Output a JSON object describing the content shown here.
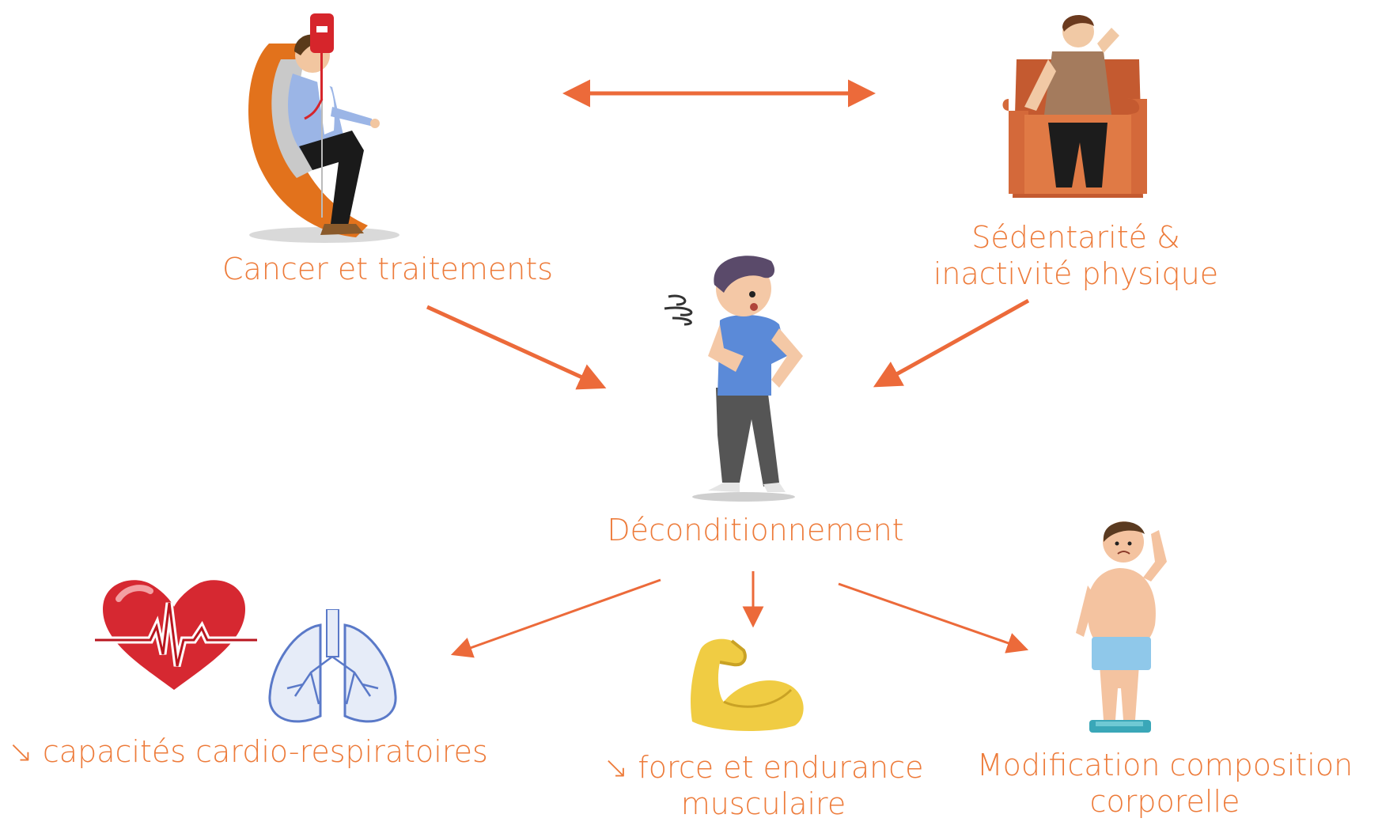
{
  "colors": {
    "accent": "#ed7b3a",
    "arrow": "#ec6a3a"
  },
  "nodes": {
    "cancer": {
      "label": "Cancer et traitements",
      "icon": "chemotherapy-patient-icon"
    },
    "sedentary": {
      "line1": "Sédentarité &",
      "line2": "inactivité physique",
      "icon": "person-in-armchair-icon"
    },
    "center": {
      "label": "Déconditionnement",
      "icon": "breathless-person-icon"
    },
    "cardio": {
      "label": "↘ capacités cardio-respiratoires",
      "icons": [
        "heart-ecg-icon",
        "lungs-icon"
      ]
    },
    "muscle": {
      "line1": "↘ force et endurance",
      "line2": "musculaire",
      "icon": "flexed-biceps-icon"
    },
    "body": {
      "line1": "Modification composition",
      "line2": "corporelle",
      "icon": "overweight-man-on-scale-icon"
    }
  }
}
